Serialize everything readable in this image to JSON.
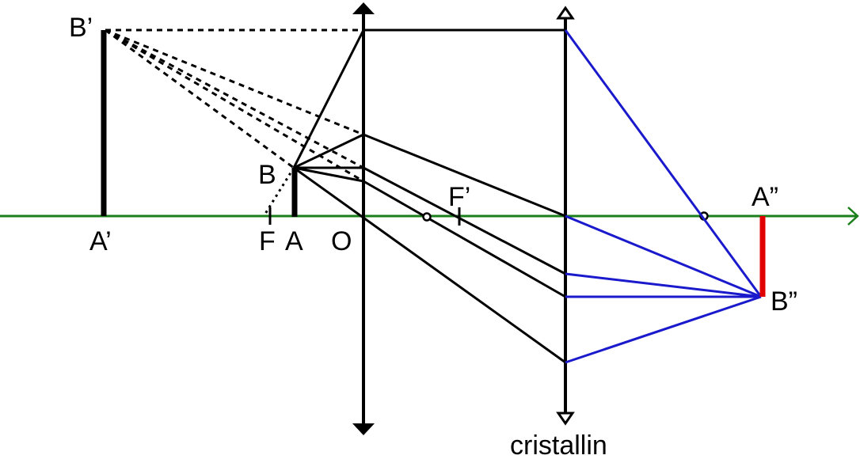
{
  "labels": {
    "b_prime": "B’",
    "a_prime": "A’",
    "b": "B",
    "f": "F",
    "a": "A",
    "o": "O",
    "f_prime": "F’",
    "a_double": "A”",
    "b_double": "B”",
    "cristallin": "cristallin"
  },
  "colors": {
    "axis": "#1a7f1a",
    "rays": "#000000",
    "eye_rays": "#1a1acc",
    "final_image": "#e00000",
    "objects": "#000000"
  }
}
